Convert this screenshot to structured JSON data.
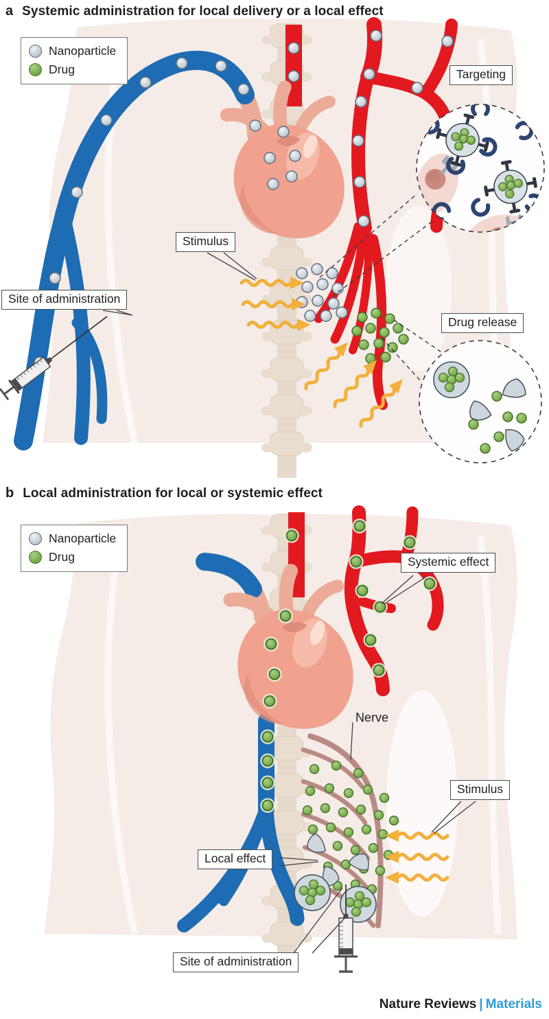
{
  "panels": {
    "a": {
      "label": "a",
      "title": "Systemic administration for local delivery or a local effect",
      "legend": {
        "nanoparticle": "Nanoparticle",
        "drug": "Drug"
      },
      "callouts": {
        "stimulus": "Stimulus",
        "site": "Site of administration",
        "targeting": "Targeting",
        "drug_release": "Drug release"
      }
    },
    "b": {
      "label": "b",
      "title": "Local administration for local or systemic effect",
      "legend": {
        "nanoparticle": "Nanoparticle",
        "drug": "Drug"
      },
      "callouts": {
        "systemic": "Systemic effect",
        "nerve": "Nerve",
        "stimulus": "Stimulus",
        "local": "Local effect",
        "site": "Site of administration"
      }
    }
  },
  "footer": {
    "journal": "Nature Reviews",
    "separator": "|",
    "brand": "Materials"
  },
  "colors": {
    "vein_blue": "#1e6cb3",
    "artery_red": "#e2191f",
    "drug_green": "#6da23f",
    "nanoparticle_gray": "#b9c4cf",
    "stimulus_yellow": "#f2b03c",
    "nerve_mauve": "#b98a84",
    "heart_salmon": "#f0a28e",
    "body_beige": "#f5ece7",
    "receptor_navy": "#2c4573",
    "brand_blue": "#2f9bd5"
  }
}
